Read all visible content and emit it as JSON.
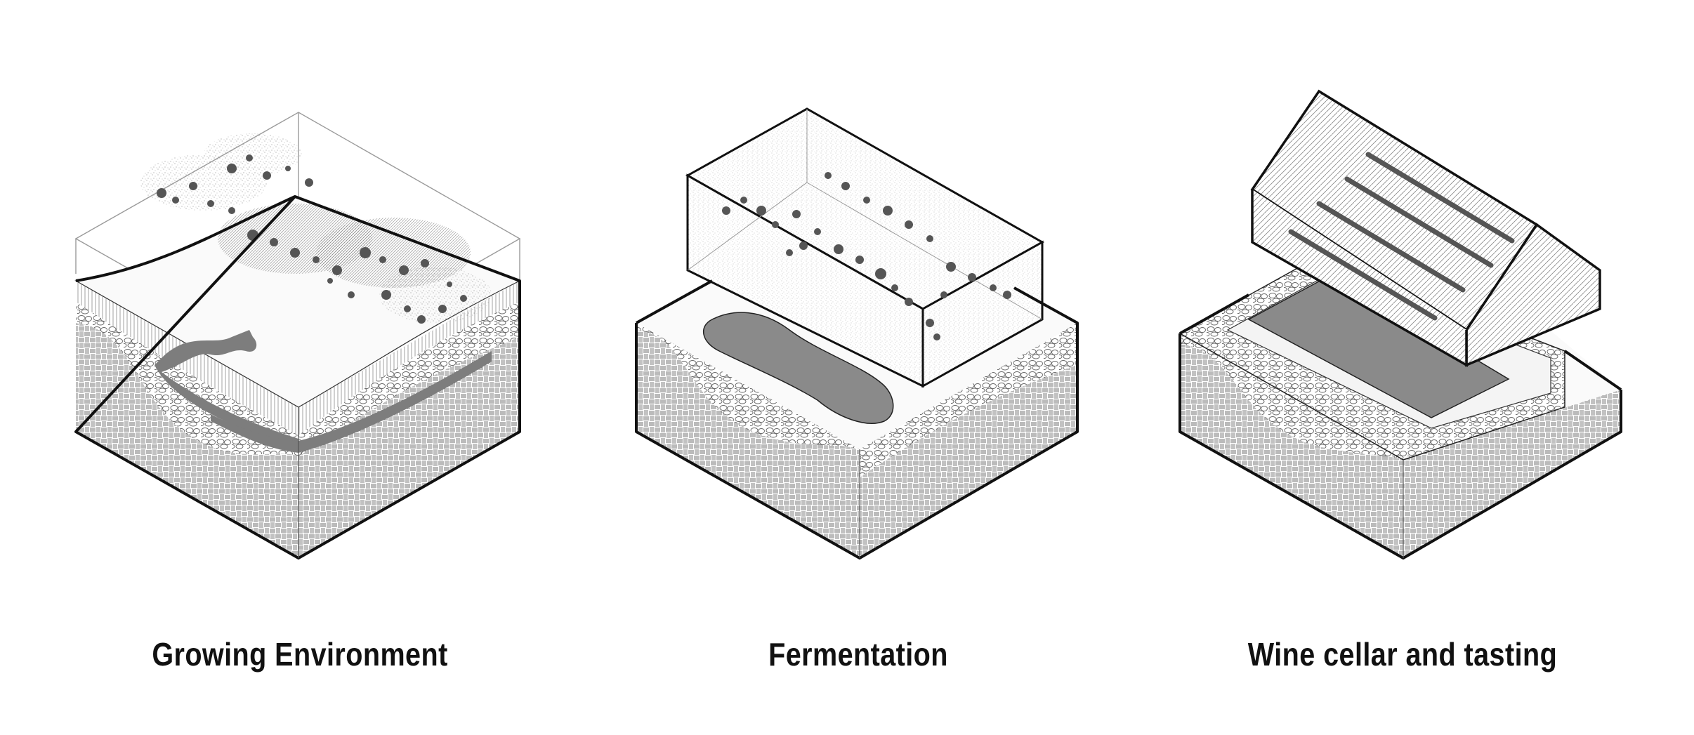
{
  "panels": [
    {
      "caption": "Growing Environment"
    },
    {
      "caption": "Fermentation"
    },
    {
      "caption": "Wine cellar and tasting"
    }
  ],
  "colors": {
    "ink": "#111111",
    "pond": "#8a8a8a",
    "canopy": "#6b6b6b",
    "paper": "#ffffff"
  }
}
